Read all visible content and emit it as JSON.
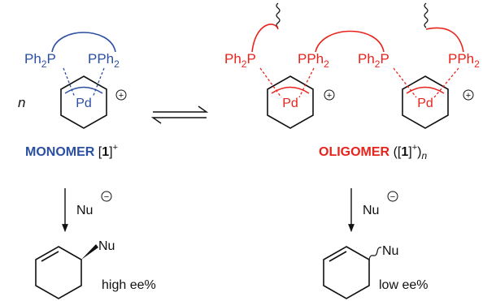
{
  "colors": {
    "monomer": "#2b4fa2",
    "oligomer": "#e8231c",
    "ink": "#111111"
  },
  "monomer": {
    "ligand_left": "Ph",
    "ligand_left_sub": "2",
    "ligand_left_atom": "P",
    "ligand_right": "PPh",
    "ligand_right_sub": "2",
    "metal": "Pd",
    "charge": "+",
    "count": "n",
    "label_main": "MONOMER ",
    "label_bracket_open": "[",
    "label_number": "1",
    "label_bracket_close": "]",
    "label_charge": "+"
  },
  "oligomer": {
    "ligand_a": "Ph",
    "ligand_a_sub": "2",
    "ligand_a_atom": "P",
    "ligand_b": "PPh",
    "ligand_b_sub": "2",
    "ligand_c": "Ph",
    "ligand_c_sub": "2",
    "ligand_c_atom": "P",
    "ligand_d": "PPh",
    "ligand_d_sub": "2",
    "metal": "Pd",
    "charge": "+",
    "label_main": "OLIGOMER ",
    "label_paren_open": "([",
    "label_number": "1",
    "label_bracket_close": "]",
    "label_charge": "+",
    "label_paren_close": ")",
    "label_n": "n"
  },
  "nucleophile": "Nu",
  "nucleophile_charge": "−",
  "product_left": {
    "substituent": "Nu",
    "outcome": "high ee%"
  },
  "product_right": {
    "substituent": "Nu",
    "outcome": "low ee%"
  }
}
